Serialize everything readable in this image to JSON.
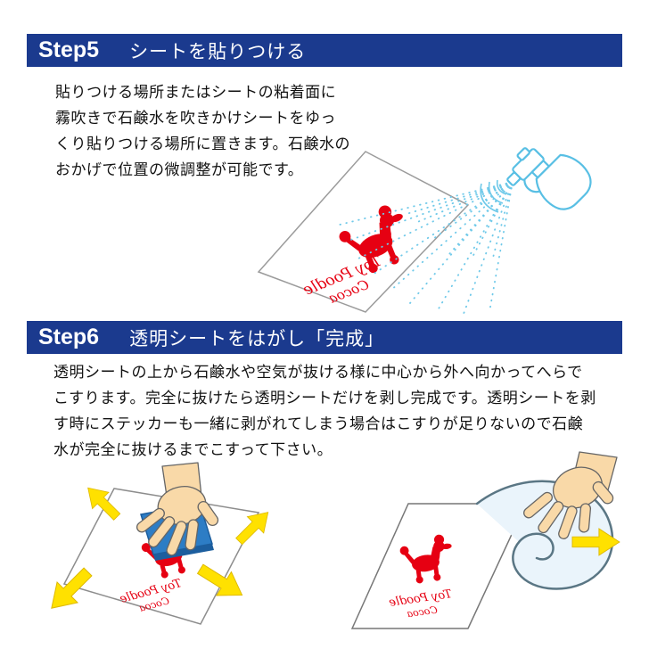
{
  "steps": [
    {
      "label": "Step5",
      "title": "シートを貼りつける",
      "body_lines": [
        "貼りつける場所またはシートの粘着面に",
        "霧吹きで石鹸水を吹きかけシートをゆっ",
        "くり貼りつける場所に置きます。石鹸水の",
        "おかげで位置の微調整が可能です。"
      ]
    },
    {
      "label": "Step6",
      "title": "透明シートをはがし「完成」",
      "body_lines": [
        "透明シートの上から石鹸水や空気が抜ける様に中心から外へ向かってへらで",
        "こすります。完全に抜けたら透明シートだけを剥し完成です。透明シートを剥",
        "す時にステッカーも一緒に剥がれてしまう場合はこすりが足りないので石鹸",
        "水が完全に抜けるまでこすって下さい。"
      ]
    }
  ],
  "sticker": {
    "line1": "Toy Poodle",
    "line2": "Cocoa"
  },
  "illustrations": {
    "step5": [
      "transfer-sheet",
      "poodle-sticker",
      "spray-bottle",
      "spray-mist"
    ],
    "step6_left": [
      "transfer-sheet",
      "poodle-sticker",
      "squeegee",
      "rubbing-hand",
      "outward-arrows"
    ],
    "step6_right": [
      "curled-transparent-sheet",
      "poodle-sticker",
      "peeling-hand",
      "right-arrow"
    ]
  },
  "colors": {
    "header_bg": "#1b3a8e",
    "header_text": "#ffffff",
    "sticker_red": "#e60012",
    "spray_blue": "#5fc3e7",
    "arrow_yellow": "#ffe100",
    "hand_skin": "#f9d9a8",
    "squeegee_blue": "#2d7dc5"
  }
}
